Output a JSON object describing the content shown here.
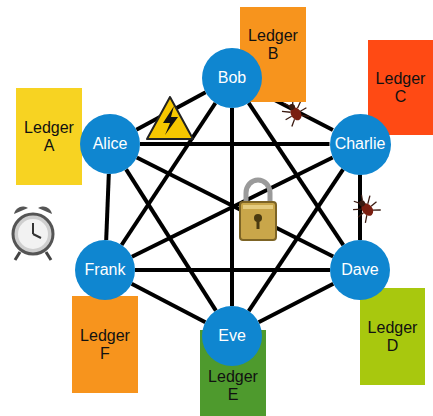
{
  "diagram": {
    "nodes": [
      {
        "text": [
          "Alice"
        ]
      },
      {
        "text": [
          "Bob"
        ]
      },
      {
        "text": [
          "Charlie"
        ]
      },
      {
        "text": [
          "Dave"
        ]
      },
      {
        "text": [
          "Eve"
        ]
      },
      {
        "text": [
          "Frank"
        ]
      },
      {
        "text": [
          "Ledger A"
        ]
      },
      {
        "text": [
          "Ledger B"
        ]
      },
      {
        "text": [
          "Ledger C"
        ]
      },
      {
        "text": [
          "Ledger D"
        ]
      },
      {
        "text": [
          "Ledger E"
        ]
      },
      {
        "text": [
          "Ledger F"
        ]
      }
    ],
    "edges": [
      {
        "from": 0,
        "to": 1,
        "arrow": "none"
      },
      {
        "from": 1,
        "to": 2,
        "arrow": "none"
      },
      {
        "from": 2,
        "to": 3,
        "arrow": "none"
      },
      {
        "from": 3,
        "to": 4,
        "arrow": "none"
      },
      {
        "from": 4,
        "to": 5,
        "arrow": "none"
      },
      {
        "from": 5,
        "to": 0,
        "arrow": "none"
      },
      {
        "from": 0,
        "to": 2,
        "arrow": "none"
      },
      {
        "from": 0,
        "to": 3,
        "arrow": "none"
      },
      {
        "from": 0,
        "to": 4,
        "arrow": "none"
      },
      {
        "from": 1,
        "to": 3,
        "arrow": "none"
      },
      {
        "from": 1,
        "to": 4,
        "arrow": "none"
      },
      {
        "from": 1,
        "to": 5,
        "arrow": "none"
      },
      {
        "from": 2,
        "to": 4,
        "arrow": "none"
      },
      {
        "from": 2,
        "to": 5,
        "arrow": "none"
      },
      {
        "from": 3,
        "to": 5,
        "arrow": "none"
      }
    ]
  }
}
